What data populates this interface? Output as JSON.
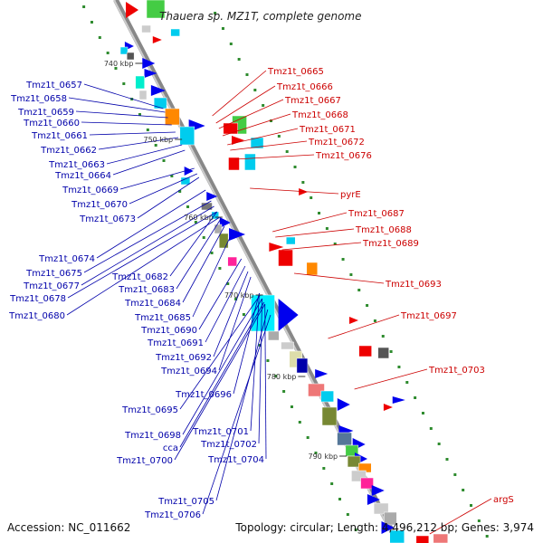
{
  "title": "Thauera sp. MZ1T, complete genome",
  "accession": "Accession: NC_011662",
  "summary": "Topology: circular; Length: 4,496,212 bp; Genes: 3,974",
  "ticks": [
    "740 kbp",
    "750 kbp",
    "760 kbp",
    "770 kbp",
    "780 kbp",
    "790 kbp"
  ],
  "left_labels": [
    "Tmz1t_0657",
    "Tmz1t_0658",
    "Tmz1t_0659",
    "Tmz1t_0660",
    "Tmz1t_0661",
    "Tmz1t_0662",
    "Tmz1t_0663",
    "Tmz1t_0664",
    "Tmz1t_0669",
    "Tmz1t_0670",
    "Tmz1t_0673",
    "Tmz1t_0674",
    "Tmz1t_0675",
    "Tmz1t_0677",
    "Tmz1t_0678",
    "Tmz1t_0680",
    "Tmz1t_0682",
    "Tmz1t_0683",
    "Tmz1t_0684",
    "Tmz1t_0685",
    "Tmz1t_0690",
    "Tmz1t_0691",
    "Tmz1t_0692",
    "Tmz1t_0694",
    "Tmz1t_0696",
    "Tmz1t_0695",
    "Tmz1t_0698",
    "cca",
    "Tmz1t_0700",
    "Tmz1t_0701",
    "Tmz1t_0702",
    "Tmz1t_0704",
    "Tmz1t_0705",
    "Tmz1t_0706"
  ],
  "right_labels": [
    "Tmz1t_0665",
    "Tmz1t_0666",
    "Tmz1t_0667",
    "Tmz1t_0668",
    "Tmz1t_0671",
    "Tmz1t_0672",
    "Tmz1t_0676",
    "pyrE",
    "Tmz1t_0687",
    "Tmz1t_0688",
    "Tmz1t_0689",
    "Tmz1t_0693",
    "Tmz1t_0697",
    "Tmz1t_0703",
    "argS"
  ],
  "colors": {
    "backbone": "#999999",
    "left_label": "#0000aa",
    "right_label": "#cc0000",
    "gc_skew": "#2e8b2e"
  }
}
